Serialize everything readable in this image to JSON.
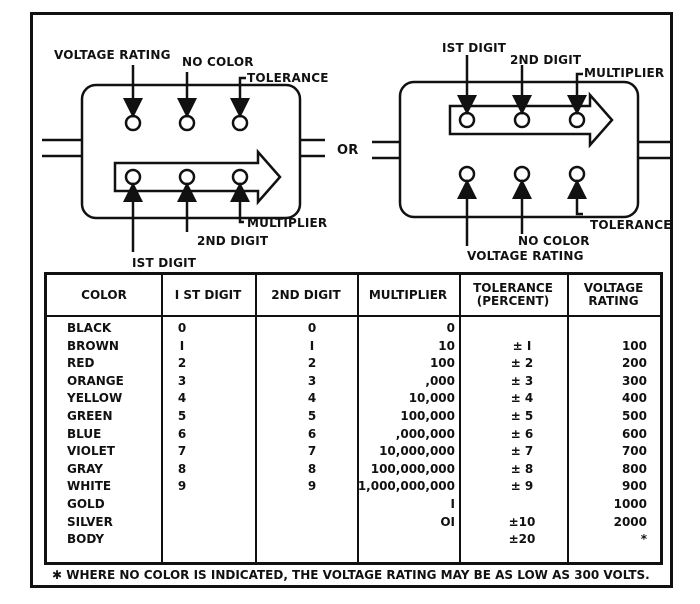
{
  "left_diagram": {
    "voltage_rating": "VOLTAGE RATING",
    "no_color": "NO COLOR",
    "tolerance": "TOLERANCE",
    "multiplier": "MULTIPLIER",
    "second_digit": "2ND DIGIT",
    "first_digit": "IST DIGIT"
  },
  "or_label": "OR",
  "right_diagram": {
    "first_digit": "IST DIGIT",
    "second_digit": "2ND DIGIT",
    "multiplier": "MULTIPLIER",
    "tolerance": "TOLERANCE",
    "no_color": "NO COLOR",
    "voltage_rating": "VOLTAGE RATING"
  },
  "table": {
    "headers": [
      "COLOR",
      "I ST DIGIT",
      "2ND DIGIT",
      "MULTIPLIER",
      "TOLERANCE\n(PERCENT)",
      "VOLTAGE\nRATING"
    ],
    "rows": [
      {
        "color": "BLACK",
        "d1": "0",
        "d2": "0",
        "mult": "0",
        "tol": "",
        "volt": ""
      },
      {
        "color": "BROWN",
        "d1": "I",
        "d2": "I",
        "mult": "10",
        "tol": "± I",
        "volt": "100"
      },
      {
        "color": "RED",
        "d1": "2",
        "d2": "2",
        "mult": "100",
        "tol": "± 2",
        "volt": "200"
      },
      {
        "color": "ORANGE",
        "d1": "3",
        "d2": "3",
        "mult": ",000",
        "tol": "± 3",
        "volt": "300"
      },
      {
        "color": "YELLOW",
        "d1": "4",
        "d2": "4",
        "mult": "10,000",
        "tol": "± 4",
        "volt": "400"
      },
      {
        "color": "GREEN",
        "d1": "5",
        "d2": "5",
        "mult": "100,000",
        "tol": "± 5",
        "volt": "500"
      },
      {
        "color": "BLUE",
        "d1": "6",
        "d2": "6",
        "mult": ",000,000",
        "tol": "± 6",
        "volt": "600"
      },
      {
        "color": "VIOLET",
        "d1": "7",
        "d2": "7",
        "mult": "10,000,000",
        "tol": "± 7",
        "volt": "700"
      },
      {
        "color": "GRAY",
        "d1": "8",
        "d2": "8",
        "mult": "100,000,000",
        "tol": "± 8",
        "volt": "800"
      },
      {
        "color": "WHITE",
        "d1": "9",
        "d2": "9",
        "mult": "1,000,000,000",
        "tol": "± 9",
        "volt": "900"
      },
      {
        "color": "GOLD",
        "d1": "",
        "d2": "",
        "mult": "I",
        "tol": "",
        "volt": "1000"
      },
      {
        "color": "SILVER",
        "d1": "",
        "d2": "",
        "mult": "OI",
        "tol": "±10",
        "volt": "2000"
      },
      {
        "color": "BODY",
        "d1": "",
        "d2": "",
        "mult": "",
        "tol": "±20",
        "volt": "*"
      }
    ]
  },
  "footnote": "✱ WHERE NO COLOR IS INDICATED, THE VOLTAGE RATING MAY BE AS LOW AS 300 VOLTS."
}
